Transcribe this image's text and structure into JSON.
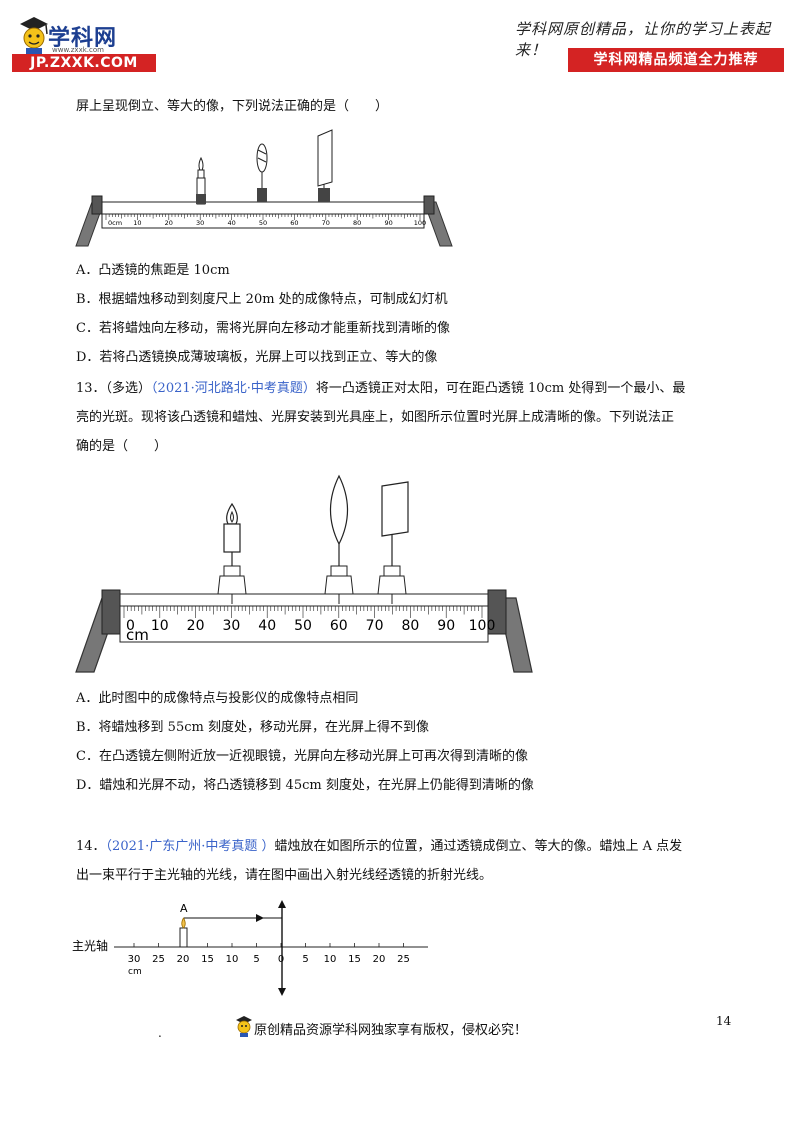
{
  "header": {
    "logo_name": "学科网",
    "logo_url": "www.zxxk.com",
    "logo_band": "JP.ZXXK.COM",
    "slogan": "学科网原创精品，让你的学习上表起来！",
    "channel": "学科网精品频道全力推荐"
  },
  "q12": {
    "stem_tail": "屏上呈现倒立、等大的像，下列说法正确的是（　　）",
    "ruler_ticks": [
      "0cm",
      "10",
      "20",
      "30",
      "40",
      "50",
      "60",
      "70",
      "80",
      "90",
      "100"
    ],
    "options": [
      "A．凸透镜的焦距是 10cm",
      "B．根据蜡烛移动到刻度尺上 20m 处的成像特点，可制成幻灯机",
      "C．若将蜡烛向左移动，需将光屏向左移动才能重新找到清晰的像",
      "D．若将凸透镜换成薄玻璃板，光屏上可以找到正立、等大的像"
    ]
  },
  "q13": {
    "number": "13．（多选）",
    "source": "（2021·河北路北·中考真题）",
    "line1_rest": "将一凸透镜正对太阳，可在距凸透镜 10cm 处得到一个最小、最",
    "line2": "亮的光斑。现将该凸透镜和蜡烛、光屏安装到光具座上，如图所示位置时光屏上成清晰的像。下列说法正",
    "line3": "确的是（　　）",
    "ruler_ticks": [
      "0",
      "10",
      "20",
      "30",
      "40",
      "50",
      "60",
      "70",
      "80",
      "90",
      "100"
    ],
    "ruler_unit": "cm",
    "options": [
      "A．此时图中的成像特点与投影仪的成像特点相同",
      "B．将蜡烛移到 55cm 刻度处，移动光屏，在光屏上得不到像",
      "C．在凸透镜左侧附近放一近视眼镜，光屏向左移动光屏上可再次得到清晰的像",
      "D．蜡烛和光屏不动，将凸透镜移到 45cm 刻度处，在光屏上仍能得到清晰的像"
    ]
  },
  "q14": {
    "number": "14．",
    "source": "（2021·广东广州·中考真题 ）",
    "line1_rest": "蜡烛放在如图所示的位置，通过透镜成倒立、等大的像。蜡烛上 A 点发",
    "line2": "出一束平行于主光轴的光线，请在图中画出入射光线经透镜的折射光线。",
    "axis_label": "主光轴",
    "point_label": "A",
    "axis_ticks": [
      "30",
      "25",
      "20",
      "15",
      "10",
      "5",
      "0",
      "5",
      "10",
      "15",
      "20",
      "25"
    ],
    "axis_unit": "cm"
  },
  "footer": {
    "dot": ".",
    "copyright": "原创精品资源学科网独家享有版权，侵权必究！",
    "page_number": "14"
  }
}
